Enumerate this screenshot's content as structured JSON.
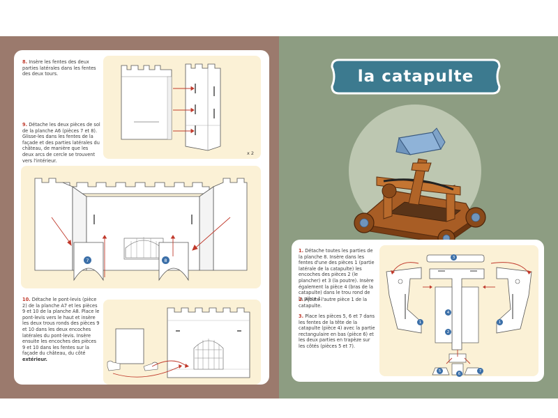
{
  "left_page": {
    "step8": {
      "num": "8.",
      "text": "Insère les fentes des deux parties latérales dans les fentes des deux tours."
    },
    "step9": {
      "num": "9.",
      "text": "Détache les deux pièces de sol de la planche A6 (pièces 7 et 8). Glisse-les dans les fentes de la façade et des parties latérales du château, de manière que les deux arcs de cercle se trouvent vers l'intérieur."
    },
    "x2_label": "x 2",
    "step10": {
      "num": "10.",
      "text": "Détache le pont-levis (pièce 2) de la planche A7 et les pièces 9 et 10 de la planche A8. Place le pont-levis vers le haut et insère les deux trous ronds des pièces 9 et 10 dans les deux encoches latérales du pont-levis. Insère ensuite les encoches des pièces 9 et 10 dans les fentes sur la façade du château, du côté",
      "emphasis": "extérieur."
    },
    "markers": {
      "a": "7",
      "b": "8"
    }
  },
  "right_page": {
    "title": "la catapulte",
    "step1": {
      "num": "1.",
      "text": "Détache toutes les parties de la planche 8. Insère dans les fentes d'une des pièces 1 (partie latérale de la catapulte) les encoches des pièces 2 (le plancher) et 3 (la poutre). Insère également la pièce 4 (bras de la catapulte) dans le trou rond de la pièce 1."
    },
    "step2": {
      "num": "2.",
      "text": "Ajoute l'autre pièce 1 de la catapulte."
    },
    "step3": {
      "num": "3.",
      "text": "Place les pièces 5, 6 et 7 dans les fentes de la tête de la catapulte (pièce 4) avec la partie rectangulaire en bas (pièce 6) et les deux parties en trapèze sur les côtés (pièces 5 et 7)."
    },
    "markers": [
      "3",
      "1",
      "4",
      "2",
      "1",
      "5",
      "7",
      "6"
    ]
  },
  "colors": {
    "left_bg": "#9b7a6d",
    "right_bg": "#8d9d82",
    "panel": "#fbf1d6",
    "banner": "#3c7a8f",
    "marker": "#3b6fa8",
    "arrow": "#c0392b"
  }
}
